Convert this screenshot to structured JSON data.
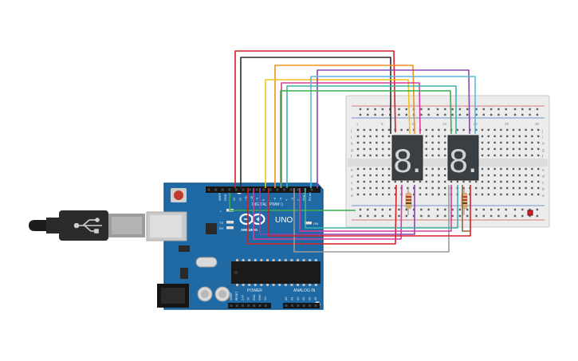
{
  "arduino": {
    "brand": "ARDUINO",
    "model": "UNO",
    "digital_label": "DIGITAL (PWM~)",
    "power_label": "POWER",
    "analog_label": "ANALOG IN",
    "aref_label": "AREF",
    "gnd_label": "GND",
    "tx_label": "TX",
    "rx_label": "RX",
    "l_label": "L",
    "on_label": "ON",
    "digital_pins": [
      "13",
      "12",
      "~11",
      "~10",
      "~9",
      "8",
      "7",
      "~6",
      "~5",
      "4",
      "~3",
      "2",
      "TX►1",
      "RX◄0"
    ],
    "power_pins": [
      "IOREF",
      "RESET",
      "3.3V",
      "5V",
      "GND",
      "GND",
      "Vin"
    ],
    "analog_pins": [
      "A0",
      "A1",
      "A2",
      "A3",
      "A4",
      "A5"
    ]
  },
  "breadboard": {
    "row_letters_top": [
      "j",
      "i",
      "h",
      "g",
      "f"
    ],
    "row_letters_bottom": [
      "e",
      "d",
      "c",
      "b",
      "a"
    ],
    "column_numbers": [
      "1",
      "5",
      "10",
      "15",
      "20",
      "25",
      "30"
    ]
  },
  "displays": [
    {
      "id": "left",
      "digits": "8."
    },
    {
      "id": "right",
      "digits": "8."
    }
  ],
  "colors": {
    "board": "#1f6aa5",
    "board_edge": "#175a8f",
    "breadboard": "#ececec",
    "display": "#3a3f44",
    "wire_red": "#d61f26",
    "wire_black": "#2b2b2b",
    "wire_orange": "#f0901e",
    "wire_yellow": "#f2c31b",
    "wire_purple": "#8e44ad",
    "wire_teal": "#3fb3a8",
    "wire_green": "#3cae49",
    "wire_pink": "#d63c9b",
    "wire_gray": "#9a9a9a"
  }
}
